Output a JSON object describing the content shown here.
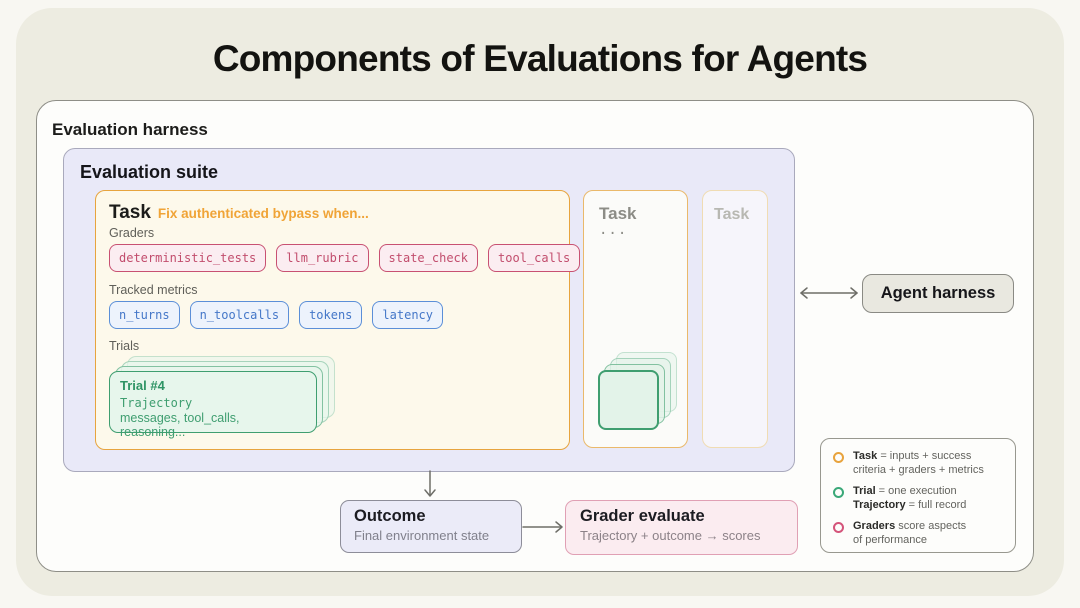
{
  "title": "Components of Evaluations for Agents",
  "harness": {
    "label": "Evaluation harness"
  },
  "suite": {
    "label": "Evaluation suite"
  },
  "task1": {
    "title": "Task",
    "subtitle": "Fix authenticated bypass when...",
    "graders_label": "Graders",
    "grader_pills": [
      "deterministic_tests",
      "llm_rubric",
      "state_check",
      "tool_calls"
    ],
    "metrics_label": "Tracked metrics",
    "metric_pills": [
      "n_turns",
      "n_toolcalls",
      "tokens",
      "latency"
    ],
    "trials_label": "Trials",
    "trial": {
      "title": "Trial #4",
      "trajectory": "Trajectory",
      "description": "messages, tool_calls, reasoning..."
    }
  },
  "task2": {
    "title": "Task",
    "dots": "..."
  },
  "task3": {
    "title": "Task"
  },
  "agent_harness": {
    "label": "Agent harness"
  },
  "outcome": {
    "title": "Outcome",
    "subtitle": "Final environment state"
  },
  "grader_evaluate": {
    "title": "Grader evaluate",
    "subtitle": "Trajectory + outcome → scores"
  },
  "legend": {
    "items": [
      {
        "bold1": "Task",
        "rest1": " = inputs + success",
        "bold2": "",
        "rest2": "criteria + graders + metrics",
        "marker_color": "#e8a33d"
      },
      {
        "bold1": "Trial",
        "rest1": " = one execution",
        "bold2": "Trajectory",
        "rest2": " = full record",
        "marker_color": "#3aa878"
      },
      {
        "bold1": "Graders",
        "rest1": " score aspects",
        "bold2": "",
        "rest2": "of performance",
        "marker_color": "#d4547a"
      }
    ]
  },
  "colors": {
    "background_panel": "#edece1",
    "task_orange": "#e7a43e",
    "task_subtitle_orange": "#f0a437",
    "grader_pink": "#c85172",
    "metric_blue": "#5b8fd8",
    "trial_green": "#3f9e70",
    "suite_lavender": "#e9e9f8",
    "outcome_lavender": "#ebebf8",
    "grader_box_pink": "#fbecf0",
    "agent_harness_gray": "#e9e8e0"
  }
}
